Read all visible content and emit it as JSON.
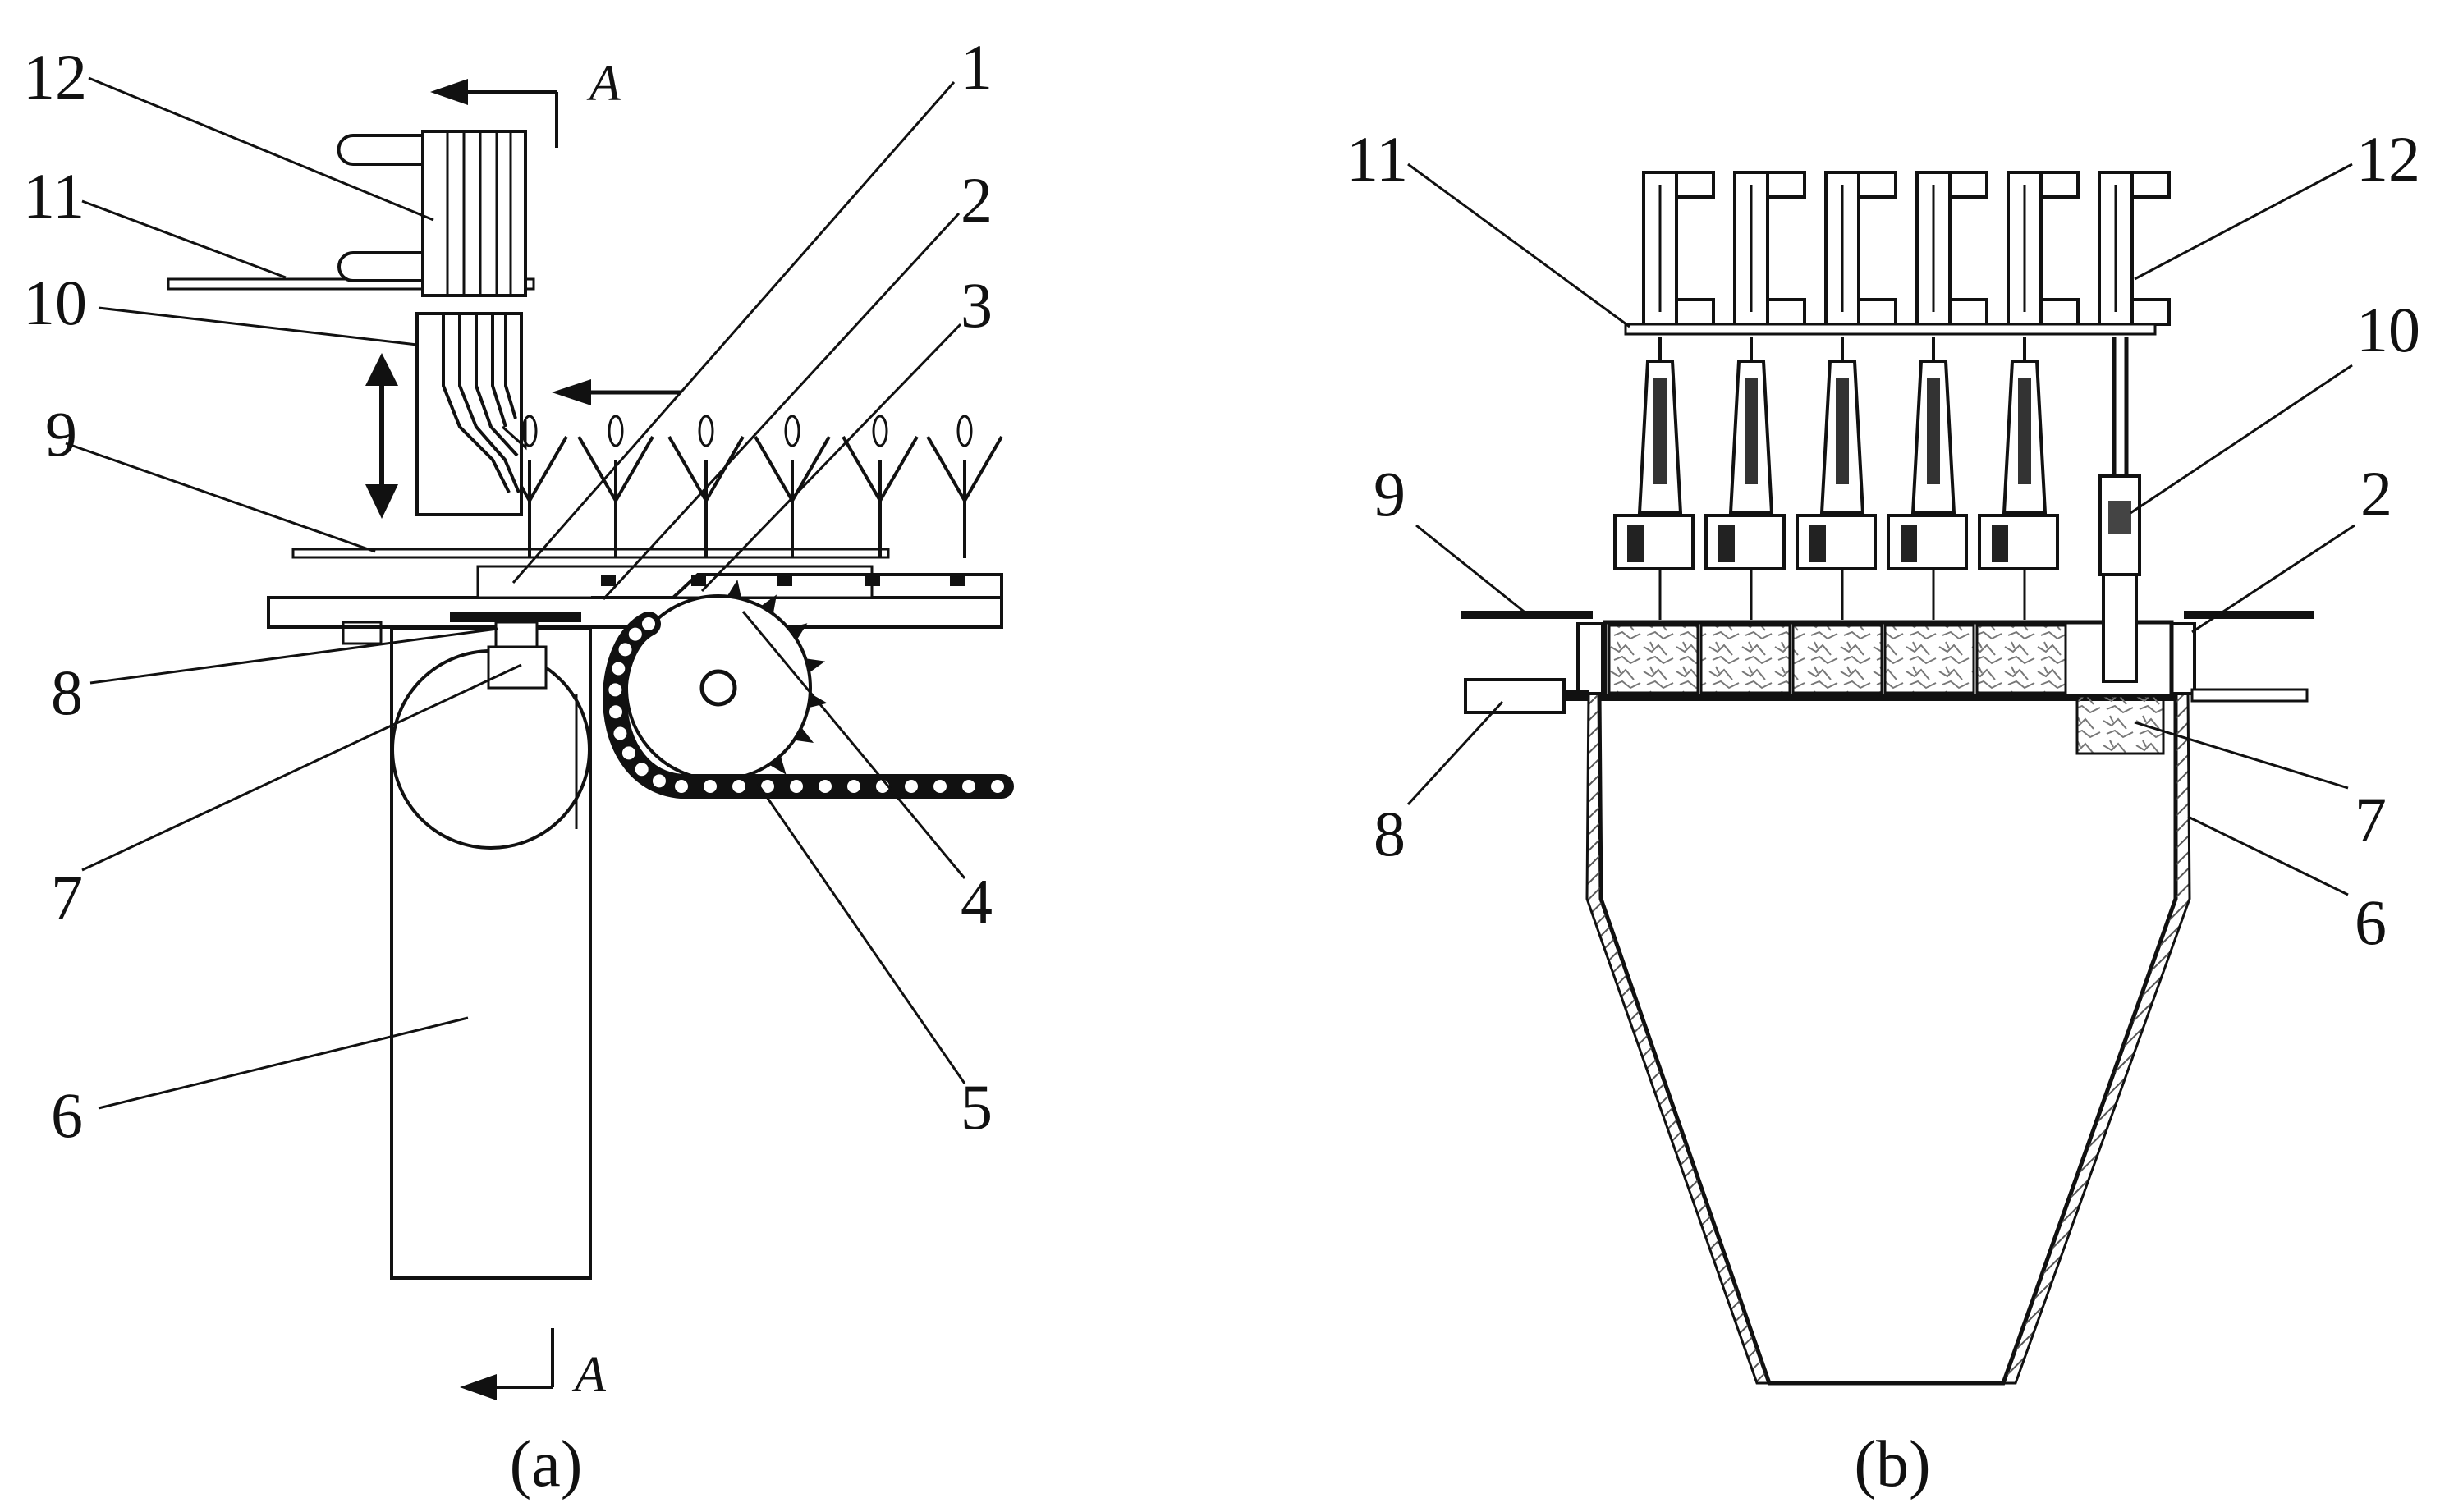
{
  "panel_a": {
    "caption": "(a)",
    "section_marker_top": "A",
    "section_marker_bottom": "A",
    "callouts": [
      {
        "id": "a-12",
        "text": "12"
      },
      {
        "id": "a-11",
        "text": "11"
      },
      {
        "id": "a-10",
        "text": "10"
      },
      {
        "id": "a-9",
        "text": "9"
      },
      {
        "id": "a-8",
        "text": "8"
      },
      {
        "id": "a-7",
        "text": "7"
      },
      {
        "id": "a-6",
        "text": "6"
      },
      {
        "id": "a-1",
        "text": "1"
      },
      {
        "id": "a-2",
        "text": "2"
      },
      {
        "id": "a-3",
        "text": "3"
      },
      {
        "id": "a-4",
        "text": "4"
      },
      {
        "id": "a-5",
        "text": "5"
      }
    ]
  },
  "panel_b": {
    "caption": "(b)",
    "callouts": [
      {
        "id": "b-11",
        "text": "11"
      },
      {
        "id": "b-12",
        "text": "12"
      },
      {
        "id": "b-10",
        "text": "10"
      },
      {
        "id": "b-9",
        "text": "9"
      },
      {
        "id": "b-2",
        "text": "2"
      },
      {
        "id": "b-8",
        "text": "8"
      },
      {
        "id": "b-7",
        "text": "7"
      },
      {
        "id": "b-6",
        "text": "6"
      }
    ]
  },
  "colors": {
    "line": "#111111",
    "hatch": "#555555",
    "fill": "#ffffff"
  }
}
